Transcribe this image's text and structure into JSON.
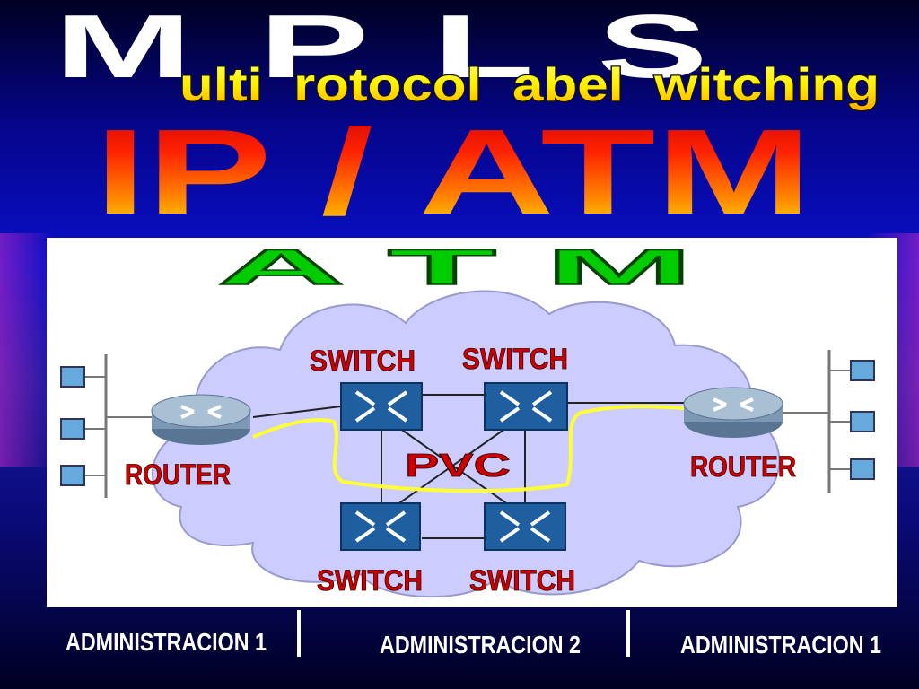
{
  "title": {
    "letters": "M P L S",
    "subtitle": "ulti  rotocol  abel  witching"
  },
  "heading": "IP / ATM",
  "diagram": {
    "atm_label": "A T M",
    "switch_label": "SWITCH",
    "router_label": "ROUTER",
    "pvc_label": "PVC"
  },
  "footer": {
    "admin_left": "ADMINISTRACION 1",
    "admin_center": "ADMINISTRACION 2",
    "admin_right": "ADMINISTRACION 1"
  },
  "colors": {
    "background": "#0a10c8",
    "cloud": "#ccccff",
    "switch": "#1f5fa0",
    "router": "#7d98b5",
    "pvc_path": "#ffff33",
    "label_red": "#cc0000",
    "atm_green": "#00cc00"
  }
}
